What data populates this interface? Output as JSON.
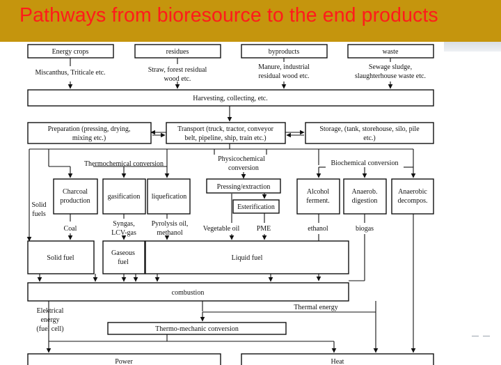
{
  "slide": {
    "title": "Pathways from bioresource to the end products"
  },
  "sources": [
    {
      "label": "Energy crops",
      "examples": [
        "Miscanthus, Triticale etc."
      ]
    },
    {
      "label": "residues",
      "examples": [
        "Straw, forest residual",
        "wood etc."
      ]
    },
    {
      "label": "byproducts",
      "examples": [
        "Manure, industrial",
        "residual wood etc."
      ]
    },
    {
      "label": "waste",
      "examples": [
        "Sewage sludge,",
        "slaughterhouse waste etc."
      ]
    }
  ],
  "harvesting": "Harvesting, collecting, etc.",
  "logistics": {
    "preparation": [
      "Preparation (pressing, drying,",
      "mixing etc.)"
    ],
    "transport": [
      "Transport (truck, tractor, conveyor",
      "belt, pipeline, ship, train etc.)"
    ],
    "storage": [
      "Storage, (tank, storehouse, silo, pile",
      "etc.)"
    ]
  },
  "conversion_groups": {
    "thermochemical": "Thermochemical conversion",
    "physicochemical": [
      "Physicochemical",
      "conversion"
    ],
    "biochemical": "Biochemical conversion"
  },
  "solid_fuels": [
    "Solid",
    "fuels"
  ],
  "processes": {
    "charcoal": [
      "Charcoal",
      "production"
    ],
    "gasification": "gasification",
    "liquefication": "liquefication",
    "pressing": "Pressing/extraction",
    "esterification": "Esterification",
    "alcohol": [
      "Alcohol",
      "ferment."
    ],
    "anaerob_digestion": [
      "Anaerob.",
      "digestion"
    ],
    "anaerobic_decompos": [
      "Anaerobic",
      "decompos."
    ]
  },
  "intermediates": {
    "coal": "Coal",
    "syngas": [
      "Syngas,",
      "LCV-gas"
    ],
    "pyrolysis": [
      "Pyrolysis oil,",
      "methanol"
    ],
    "vegetable_oil": "Vegetable oil",
    "pme": "PME",
    "ethanol": "ethanol",
    "biogas": "biogas"
  },
  "fuels": {
    "solid": "Solid fuel",
    "gaseous": [
      "Gaseous",
      "fuel"
    ],
    "liquid": "Liquid fuel"
  },
  "combustion": "combustion",
  "electrical": [
    "Elektrical",
    "energy",
    "(fuel cell)"
  ],
  "thermal": "Thermal energy",
  "thermo_mechanic": "Thermo-mechanic conversion",
  "end_products": {
    "power": "Power",
    "heat": "Heat"
  }
}
